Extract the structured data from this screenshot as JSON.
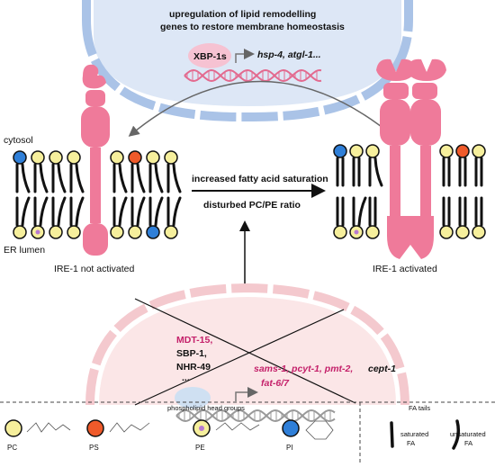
{
  "top": {
    "title_line1": "upregulation of lipid remodelling",
    "title_line2": "genes to restore membrane homeostasis",
    "factor": "XBP-1s",
    "genes": "hsp-4, atgl-1..."
  },
  "left": {
    "cytosol_label": "cytosol",
    "er_label": "ER lumen",
    "state_label": "IRE-1 not activated"
  },
  "right": {
    "state_label": "IRE-1 activated"
  },
  "center": {
    "stress_line1": "increased fatty acid saturation",
    "stress_line2": "disturbed PC/PE ratio"
  },
  "bottom": {
    "tf1": "MDT-15,",
    "tf2": "SBP-1,",
    "tf3": "NHR-49",
    "tf4": "...",
    "genes_line1_a": "sams-1, pcyt-1, pmt-2,",
    "genes_line1_b": "cept-1",
    "genes_line2": "fat-6/7"
  },
  "legend": {
    "headgroups_title": "phospholipid head groups",
    "fa_title": "FA tails",
    "pc": "PC",
    "ps": "PS",
    "pe": "PE",
    "pi": "PI",
    "saturated_1": "saturated",
    "saturated_2": "FA",
    "unsaturated_1": "unsaturated",
    "unsaturated_2": "FA"
  },
  "colors": {
    "ire1": "#ef7a9a",
    "pc": "#f6ef9c",
    "ps": "#ef5a2a",
    "pe": "#b77ad0",
    "pi": "#2f7fd8",
    "nucleus_top": "#d8e4f6",
    "nucleus_bottom": "#fbe4e6",
    "accent_pink": "#c4206a"
  }
}
